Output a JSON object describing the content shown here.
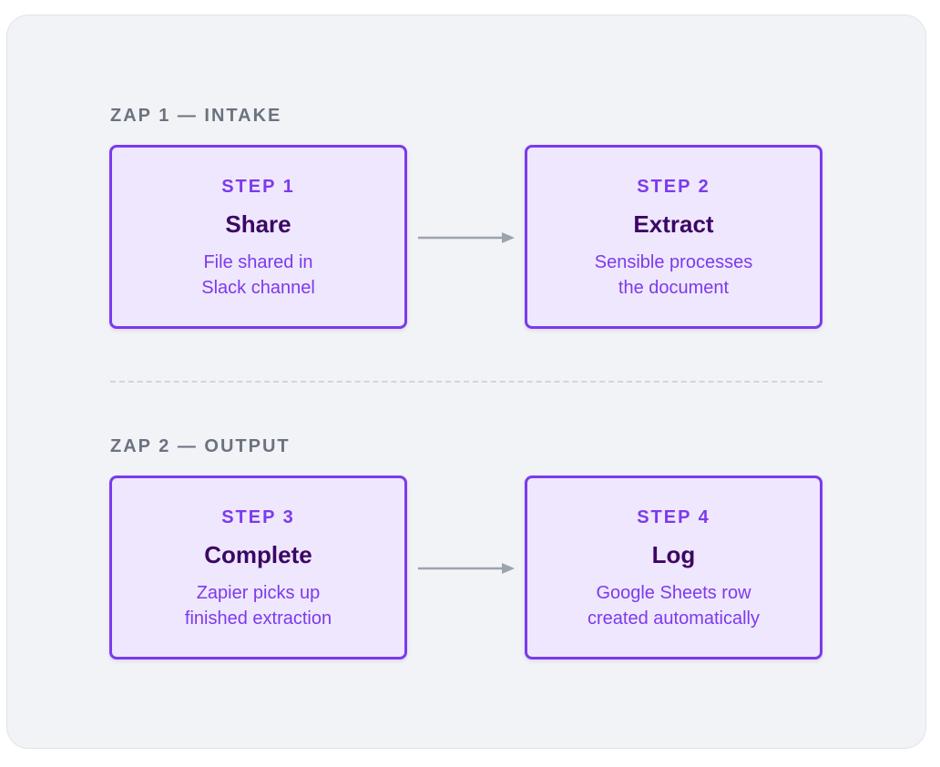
{
  "zap1": {
    "label": "ZAP 1 — INTAKE",
    "steps": [
      {
        "number": "STEP 1",
        "title": "Share",
        "description": "File shared in\nSlack channel"
      },
      {
        "number": "STEP 2",
        "title": "Extract",
        "description": "Sensible processes\nthe document"
      }
    ]
  },
  "zap2": {
    "label": "ZAP 2 — OUTPUT",
    "steps": [
      {
        "number": "STEP 3",
        "title": "Complete",
        "description": "Zapier picks up\nfinished extraction"
      },
      {
        "number": "STEP 4",
        "title": "Log",
        "description": "Google Sheets row\ncreated automatically"
      }
    ]
  },
  "colors": {
    "accent": "#7c3aed",
    "card_fill": "#efe7fd",
    "title": "#3b0764",
    "label": "#6b7280",
    "arrow": "#9ca3af",
    "panel": "#f2f3f6"
  }
}
